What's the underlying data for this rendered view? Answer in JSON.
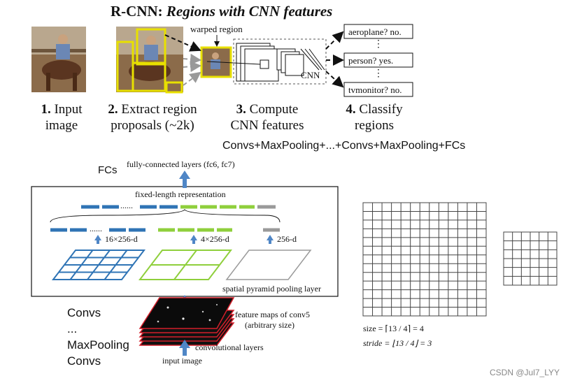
{
  "rcnn": {
    "title_bold": "R-CNN:",
    "title_italic": "Regions with CNN features",
    "warped_region": "warped region",
    "cnn": "CNN",
    "outputs": [
      "aeroplane? no.",
      "person? yes.",
      "tvmonitor? no."
    ],
    "dots": "⋮",
    "steps": [
      {
        "num": "1.",
        "text": "Input\nimage"
      },
      {
        "num": "2.",
        "text": "Extract region\nproposals (~2k)"
      },
      {
        "num": "3.",
        "text": "Compute\nCNN features"
      },
      {
        "num": "4.",
        "text": "Classify\nregions"
      }
    ]
  },
  "annotation_line": "Convs+MaxPooling+...+Convs+MaxPooling+FCs",
  "spp": {
    "fcs_label": "FCs",
    "fc_layers": "fully-connected layers (fc6, fc7)",
    "fixed_length": "fixed-length representation",
    "dim16": "16×256-d",
    "dim4": "4×256-d",
    "dim1": "256-d",
    "pyramid_layer": "spatial pyramid pooling layer",
    "feature_maps_1": "feature maps of conv5",
    "feature_maps_2": "(arbitrary size)",
    "conv_layers": "convolutional layers",
    "input_image": "input image",
    "ellipsis": "......",
    "left_labels": [
      "Convs",
      "...",
      "MaxPooling",
      "Convs"
    ]
  },
  "pooling": {
    "size_formula": "size = ⌈13 / 4⌉ = 4",
    "stride_formula": "stride = ⌊13 / 4⌋ = 3",
    "grid_large": {
      "rows": 13,
      "cols": 13
    },
    "grid_small": {
      "rows": 6,
      "cols": 6
    }
  },
  "watermark": "CSDN @Jul7_LYY",
  "colors": {
    "blue": "#2f74b5",
    "green": "#8fcf3c",
    "gray": "#9a9a9a",
    "red": "#d21f2a",
    "arrow": "#4f86c6",
    "yellow": "#e8e000"
  }
}
